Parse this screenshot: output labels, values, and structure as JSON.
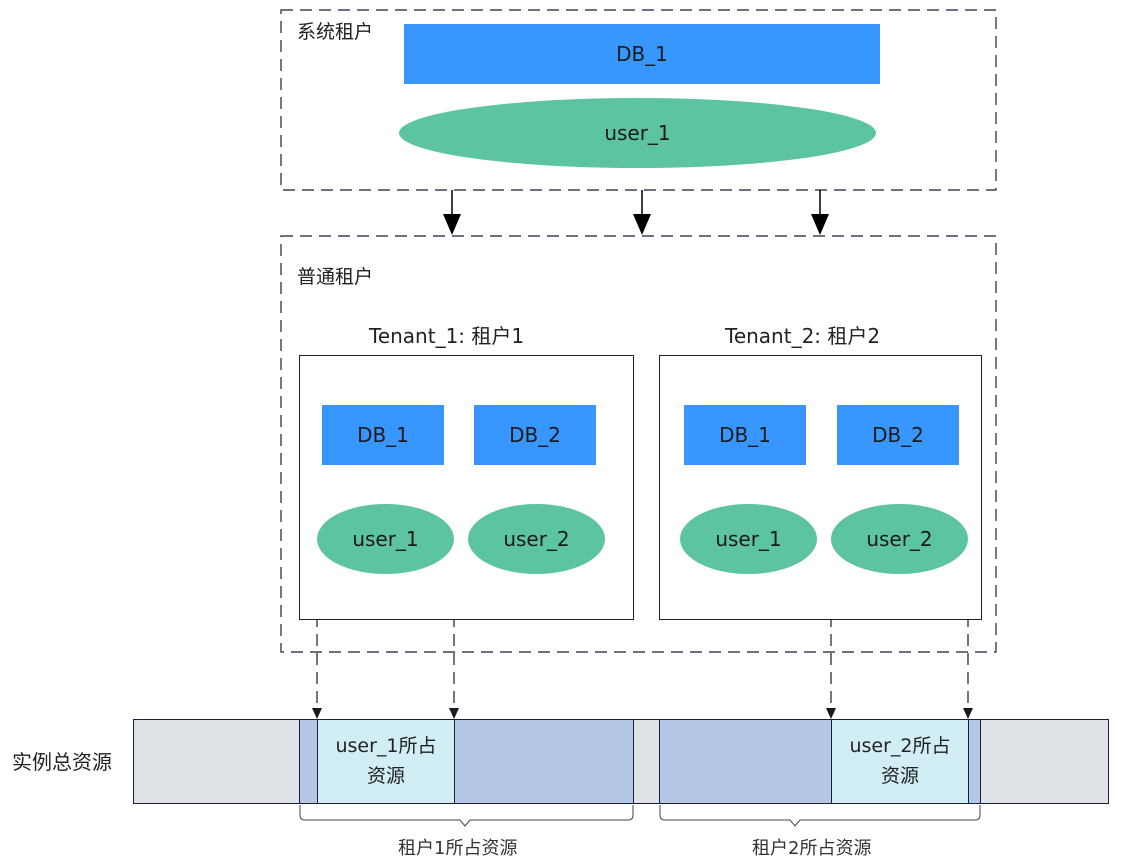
{
  "system_tenant": {
    "label": "系统租户",
    "db": "DB_1",
    "user": "user_1"
  },
  "normal_tenant": {
    "label": "普通租户",
    "tenants": [
      {
        "title": "Tenant_1: 租户1",
        "dbs": [
          "DB_1",
          "DB_2"
        ],
        "users": [
          "user_1",
          "user_2"
        ]
      },
      {
        "title": "Tenant_2: 租户2",
        "dbs": [
          "DB_1",
          "DB_2"
        ],
        "users": [
          "user_1",
          "user_2"
        ]
      }
    ]
  },
  "resources": {
    "label": "实例总资源",
    "user1_segment": {
      "line1": "user_1所占",
      "line2": "资源"
    },
    "user2_segment": {
      "line1": "user_2所占",
      "line2": "资源"
    },
    "tenant1_brace": "租户1所占资源",
    "tenant2_brace": "租户2所占资源"
  },
  "colors": {
    "db": "#3797ff",
    "user": "#5cc4a1",
    "total_resource": "#dfe3e8",
    "tenant_resource": "#b4c7e4",
    "user_resource": "#d0eef4",
    "line": "#1a1f3a"
  }
}
